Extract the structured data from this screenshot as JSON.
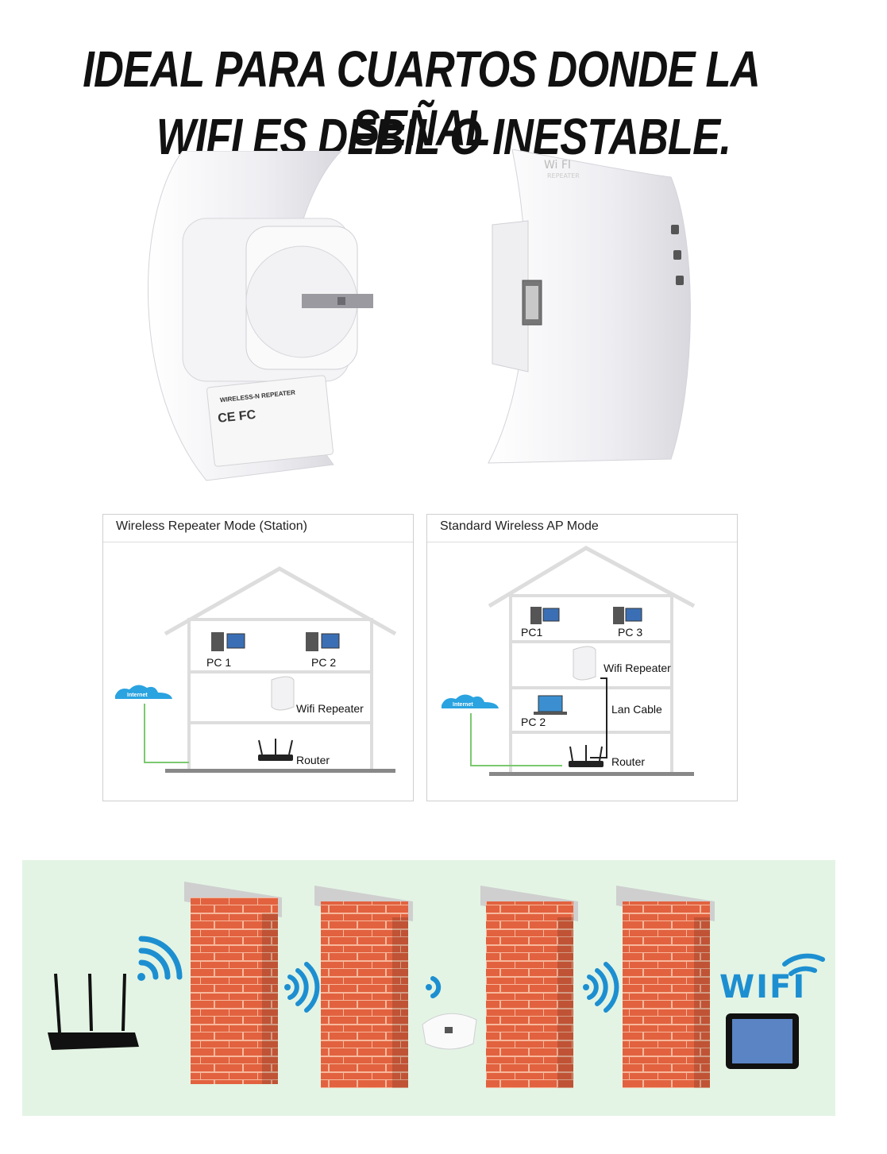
{
  "headline": {
    "line1": "IDEAL PARA CUARTOS DONDE LA SEÑAL",
    "line2": "WIFI ES DEBIL O INESTABLE."
  },
  "product": {
    "label_title": "WIRELESS-N REPEATER",
    "front_brand": "Wi FI",
    "front_sub": "REPEATER"
  },
  "diagram_station": {
    "title": "Wireless Repeater Mode (Station)",
    "internet": "Internet",
    "pc1": "PC 1",
    "pc2": "PC 2",
    "repeater": "Wifi Repeater",
    "router": "Router"
  },
  "diagram_ap": {
    "title": "Standard Wireless AP Mode",
    "internet": "Internet",
    "pc1": "PC1",
    "pc3": "PC 3",
    "repeater": "Wifi Repeater",
    "lan": "Lan Cable",
    "pc2": "PC 2",
    "router": "Router"
  },
  "banner": {
    "wifi_logo": "WIFI",
    "band_color": "#e3f4e4",
    "brick_color": "#e2623f",
    "signal_color": "#1d8fd1"
  }
}
